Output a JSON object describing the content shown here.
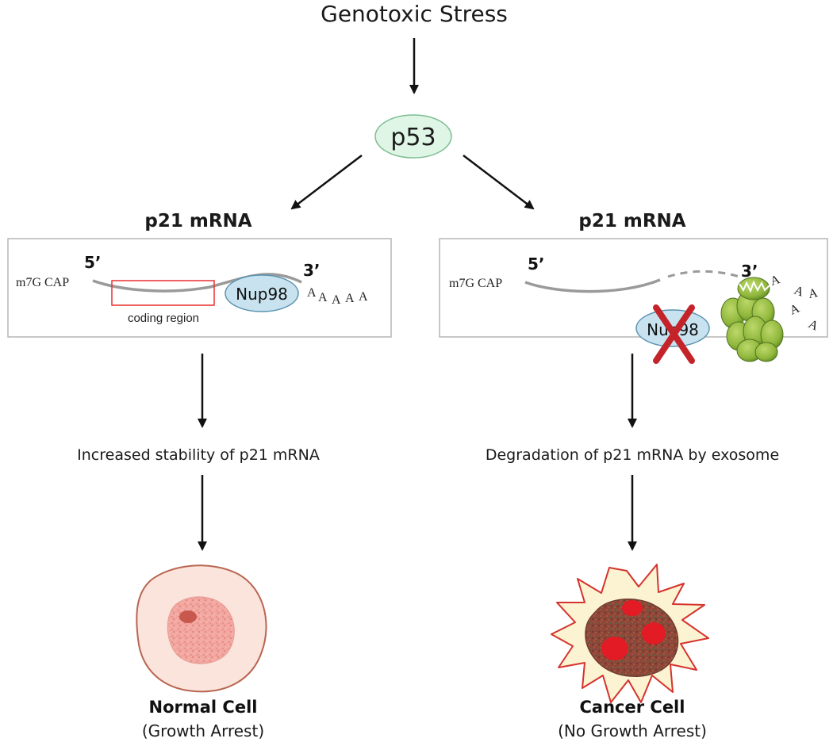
{
  "title": "Genotoxic Stress",
  "p53_label": "p53",
  "left": {
    "heading": "p21 mRNA",
    "cap": "m7G CAP",
    "five_prime": "5’",
    "three_prime": "3’",
    "nup": "Nup98",
    "coding_region": "coding region",
    "polyA": [
      "A",
      "A",
      "A",
      "A",
      "A"
    ],
    "outcome": "Increased stability of p21 mRNA",
    "cell_name": "Normal Cell",
    "cell_note": "(Growth Arrest)"
  },
  "right": {
    "heading": "p21 mRNA",
    "cap": "m7G CAP",
    "five_prime": "5’",
    "three_prime": "3’",
    "nup": "Nup98",
    "polyA": [
      "A",
      "A",
      "A",
      "A",
      "A"
    ],
    "outcome": "Degradation of p21 mRNA by exosome",
    "cell_name": "Cancer Cell",
    "cell_note": "(No Growth Arrest)"
  },
  "colors": {
    "p53_fill": "#dff5e6",
    "p53_stroke": "#7dbd91",
    "nup_fill": "#c8e3ef",
    "nup_stroke": "#5a93b0",
    "coding_box": "#e8312f",
    "cross": "#c4232a",
    "exosome": "#8fb63b",
    "normal_cell_fill": "#fbe4dc",
    "normal_cell_stroke": "#b86652",
    "cancer_cell_fill": "#fbf3d2",
    "cancer_cell_stroke": "#d5332d"
  }
}
